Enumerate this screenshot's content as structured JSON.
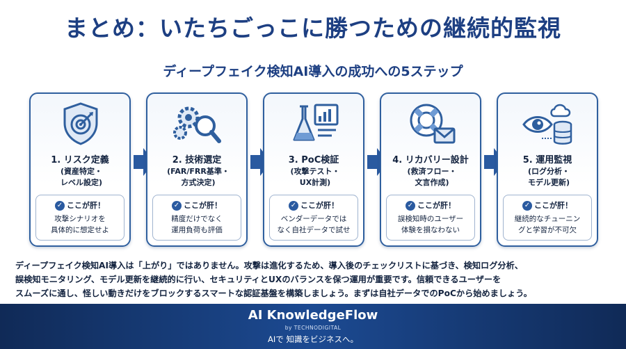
{
  "title": "まとめ：いたちごっこに勝つための継続的監視",
  "subtitle": "ディープフェイク検知AI導入の成功への5ステップ",
  "tip_label": "ここが肝！",
  "steps": [
    {
      "name": "1. リスク定義",
      "sub1": "(資産特定・",
      "sub2": "レベル設定)",
      "tip1": "攻撃シナリオを",
      "tip2": "具体的に想定せよ",
      "icon": "shield-target-icon"
    },
    {
      "name": "2. 技術選定",
      "sub1": "(FAR/FRR基準・",
      "sub2": "方式決定)",
      "tip1": "精度だけでなく",
      "tip2": "運用負荷も評価",
      "icon": "gears-magnifier-icon"
    },
    {
      "name": "3. PoC検証",
      "sub1": "(攻撃テスト・",
      "sub2": "UX計測)",
      "tip1": "ベンダーデータでは",
      "tip2": "なく自社データで試せ",
      "icon": "flask-chart-icon"
    },
    {
      "name": "4. リカバリー設計",
      "sub1": "(救済フロー・",
      "sub2": "文言作成)",
      "tip1": "誤検知時のユーザー",
      "tip2": "体験を損なわない",
      "icon": "lifebuoy-mail-icon"
    },
    {
      "name": "5. 運用監視",
      "sub1": "(ログ分析・",
      "sub2": "モデル更新)",
      "tip1": "継続的なチューニン",
      "tip2": "グと学習が不可欠",
      "icon": "eye-database-icon"
    }
  ],
  "paragraph": {
    "line1": "ディープフェイク検知AI導入は「上がり」ではありません。攻撃は進化するため、導入後のチェックリストに基づき、検知ログ分析、",
    "line2": "誤検知モニタリング、モデル更新を継続的に行い、セキュリティとUXのバランスを保つ運用が重要です。信頼できるユーザーを",
    "line3": "スムーズに通し、怪しい動きだけをブロックするスマートな認証基盤を構築しましょう。まずは自社データでのPoCから始めましょう。"
  },
  "footer": {
    "brand": "AI KnowledgeFlow",
    "byline": "by TECHNODIGITAL",
    "slogan": "AIで 知識をビジネスへ。"
  },
  "colors": {
    "accent": "#1d3f82",
    "border": "#2f5f9e",
    "footer": "#1c4a92"
  }
}
